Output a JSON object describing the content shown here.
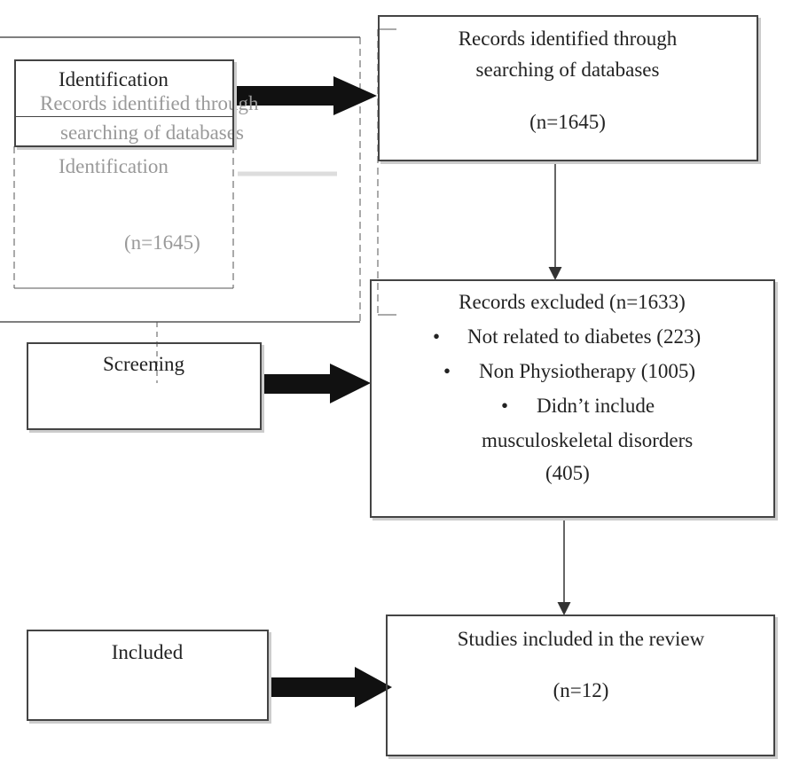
{
  "left_labels": {
    "identification": "Identification",
    "screening": "Screening",
    "included": "Included"
  },
  "ghost": {
    "line1": "Records identified through",
    "line2": "searching of databases",
    "line3": "Identification",
    "line4": "(n=1645)"
  },
  "identified": {
    "line1": "Records identified through",
    "line2": "searching of databases",
    "count": "(n=1645)"
  },
  "excluded": {
    "title": "Records excluded (n=1633)",
    "bullets": [
      "Not related to diabetes (223)",
      "Non Physiotherapy (1005)",
      "Didn’t include",
      "musculoskeletal disorders",
      "(405)"
    ]
  },
  "included_box": {
    "title": "Studies included in the review",
    "count": "(n=12)"
  }
}
